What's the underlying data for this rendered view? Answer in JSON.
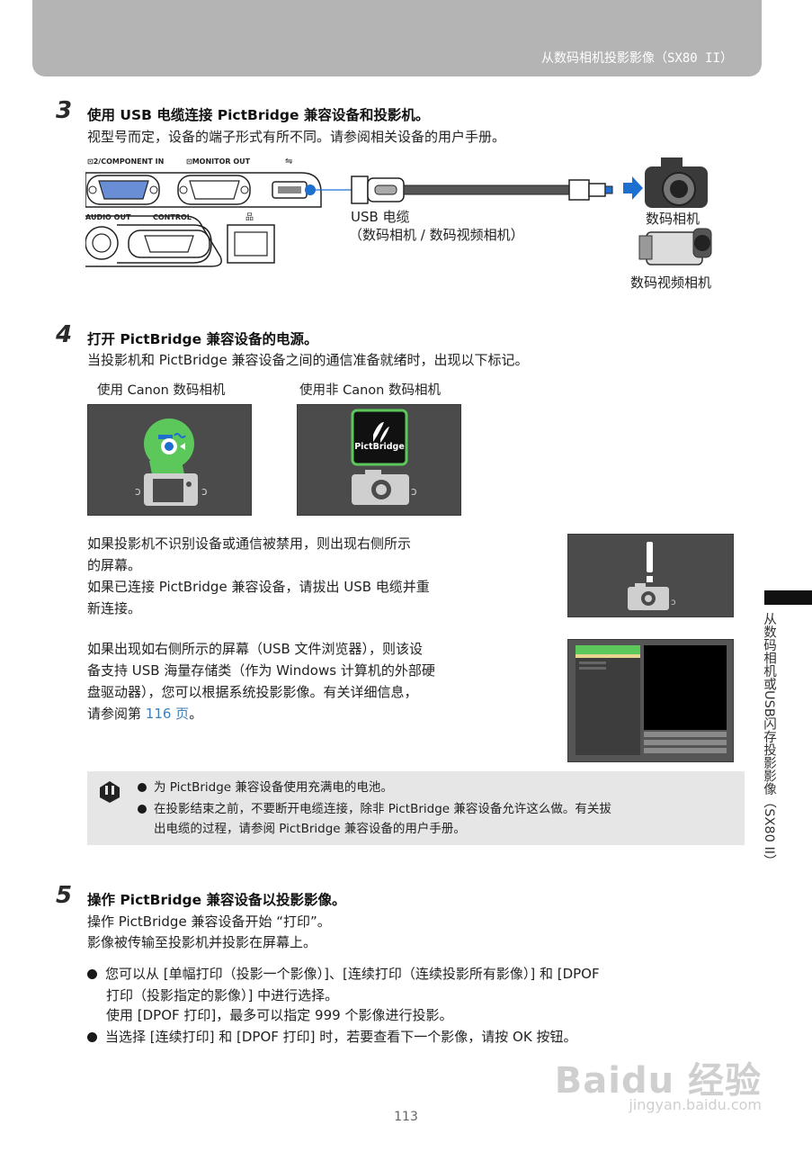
{
  "header": {
    "title": "从数码相机投影影像（SX80 II）"
  },
  "step3": {
    "number": "3",
    "title": "使用 USB 电缆连接 PictBridge 兼容设备和投影机。",
    "desc": "视型号而定，设备的端子形式有所不同。请参阅相关设备的用户手册。",
    "panel_labels": {
      "component": "⊡2/COMPONENT IN",
      "monitor": "⊡MONITOR OUT",
      "usb": "⇋",
      "audio": "AUDIO OUT",
      "control": "CONTROL",
      "lan": "品"
    },
    "cable_label": "USB 电缆",
    "cable_sub": "（数码相机 / 数码视频相机）",
    "camera_label": "数码相机",
    "video_label": "数码视频相机"
  },
  "step4": {
    "number": "4",
    "title": "打开 PictBridge 兼容设备的电源。",
    "desc": "当投影机和 PictBridge 兼容设备之间的通信准备就绪时，出现以下标记。",
    "canon_caption": "使用 Canon 数码相机",
    "noncanon_caption": "使用非 Canon 数码相机",
    "pictbridge_logo": "PictBridge",
    "para1": [
      "如果投影机不识别设备或通信被禁用，则出现右侧所示",
      "的屏幕。",
      "如果已连接 PictBridge 兼容设备，请拔出 USB 电缆并重",
      "新连接。"
    ],
    "para2": [
      "如果出现如右侧所示的屏幕（USB 文件浏览器），则该设",
      "备支持 USB 海量存储类（作为 Windows 计算机的外部硬",
      "盘驱动器），您可以根据系统投影影像。有关详细信息，"
    ],
    "para2_last_prefix": "请参阅第 ",
    "para2_link": "116 页",
    "para2_last_suffix": "。"
  },
  "note": {
    "items": [
      [
        "为 PictBridge 兼容设备使用充满电的电池。"
      ],
      [
        "在投影结束之前，不要断开电缆连接，除非 PictBridge 兼容设备允许这么做。有关拔",
        "出电缆的过程，请参阅 PictBridge 兼容设备的用户手册。"
      ]
    ]
  },
  "step5": {
    "number": "5",
    "title": "操作 PictBridge 兼容设备以投影影像。",
    "desc1": "操作 PictBridge 兼容设备开始 “打印”。",
    "desc2": "影像被传输至投影机并投影在屏幕上。",
    "bullet1": [
      "您可以从 [单幅打印（投影一个影像）]、[连续打印（连续投影所有影像）] 和 [DPOF",
      "打印（投影指定的影像）] 中进行选择。",
      "使用 [DPOF 打印]，最多可以指定 999 个影像进行投影。"
    ],
    "bullet2": "当选择 [连续打印] 和 [DPOF 打印] 时，若要查看下一个影像，请按 OK 按钮。"
  },
  "sidebar": {
    "text": "从数码相机或USB闪存投影影像（SX80 II）"
  },
  "page": {
    "number": "113"
  },
  "watermark": {
    "brand": "Baidu 经验",
    "url": "jingyan.baidu.com"
  },
  "colors": {
    "header": "#b4b4b4",
    "panel": "#4b4b4b",
    "accent_green": "#5cc85c",
    "usb_blue": "#1d6fd0",
    "link": "#3e7fb8",
    "note_bg": "#e6e6e6"
  }
}
